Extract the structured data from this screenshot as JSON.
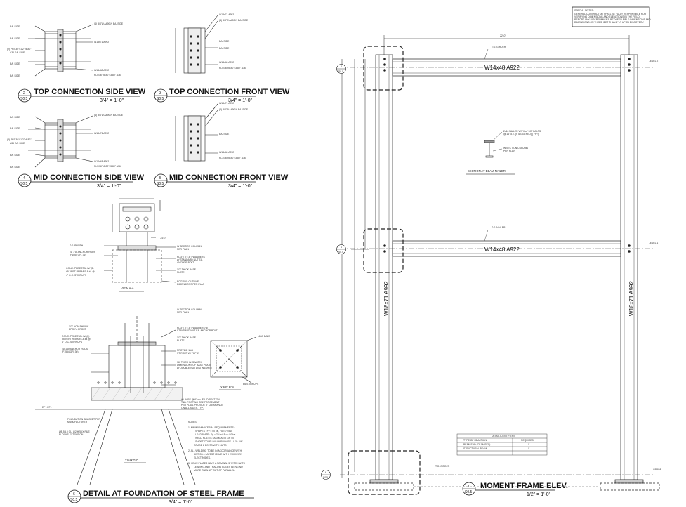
{
  "titles": {
    "top_side": "TOP CONNECTION SIDE VIEW",
    "top_front": "TOP CONNECTION FRONT VIEW",
    "mid_side": "MID CONNECTION SIDE VIEW",
    "mid_front": "MID CONNECTION FRONT VIEW",
    "view_aa_upper": "VIEW A-A",
    "view_aa_lower": "VIEW A-A",
    "view_bb": "VIEW B-B",
    "foundation": "DETAIL AT FOUNDATION OF STEEL FRAME",
    "moment_frame": "MOMENT FRAME ELEV.",
    "section_nailer": "SECTION AT BEAM NAILER"
  },
  "scales": {
    "top_side": "3/4\" = 1'-0\"",
    "top_front": "3/4\" = 1'-0\"",
    "mid_side": "3/4\" = 1'-0\"",
    "mid_front": "3/4\" = 1'-0\"",
    "foundation": "3/4\" = 1'-0\"",
    "moment_frame": "1/2\" = 1'-0\""
  },
  "bubbles": {
    "top_side": {
      "num": "2",
      "sheet": "S0.5"
    },
    "top_front": {
      "num": "3",
      "sheet": "S0.5"
    },
    "mid_side": {
      "num": "4",
      "sheet": "S0.5"
    },
    "mid_front": {
      "num": "5",
      "sheet": "S0.5"
    },
    "foundation": {
      "num": "6",
      "sheet": "S0.5"
    },
    "moment_frame": {
      "num": "1",
      "sheet": "S0.5"
    },
    "frame_top": {
      "num": "2",
      "sheet": "S0.5"
    },
    "frame_mid": {
      "num": "4",
      "sheet": "S0.5"
    },
    "frame_base": {
      "num": "6",
      "sheet": "S0.5"
    }
  },
  "members": {
    "top_beam": "W14x48 A922",
    "mid_beam": "W14x48 A922",
    "left_column": "W18x71 A992",
    "right_column": "W18x71 A992"
  },
  "frame_labels": {
    "span": "22'-0\"",
    "to_girder_top": "T.O. GIRDER",
    "to_nailer": "T.O. NAILER",
    "to_girder_base": "T.O. GIRDER"
  }
}
